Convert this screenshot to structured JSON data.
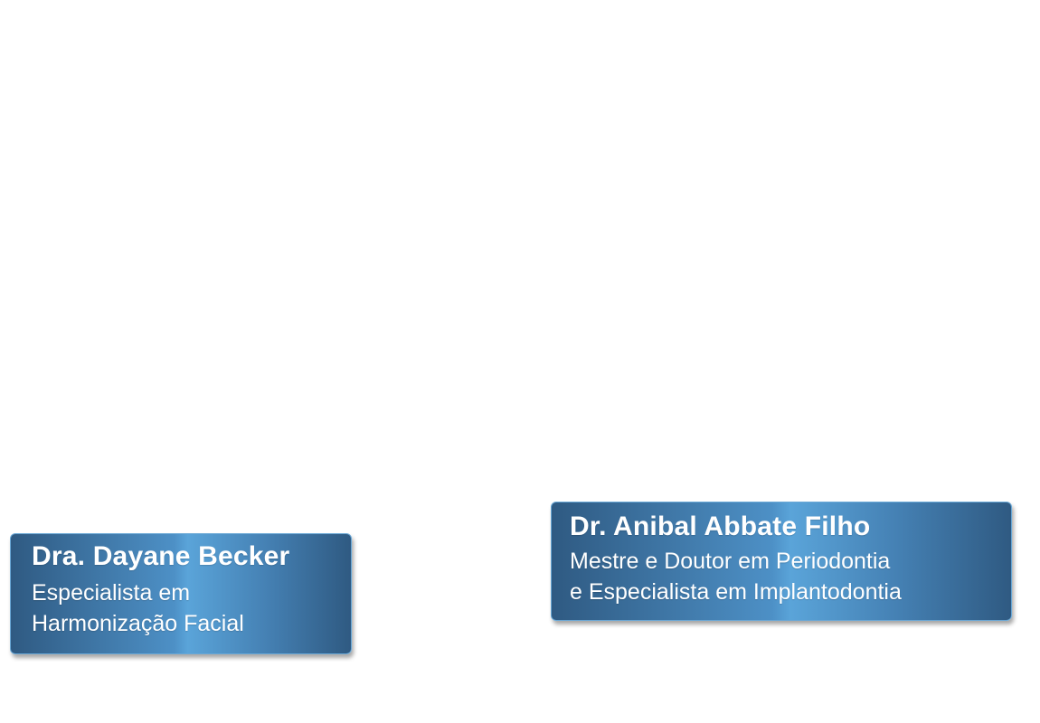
{
  "cards": [
    {
      "name": "Dra. Dayane Becker",
      "role_line1": "Especialista em",
      "role_line2": "Harmonização Facial"
    },
    {
      "name": "Dr. Anibal Abbate Filho",
      "role_line1": "Mestre e Doutor em Periodontia",
      "role_line2": "e Especialista em Implantodontia"
    }
  ],
  "colors": {
    "card_dark": "#2f5a82",
    "card_light": "#5aa4d9",
    "card_border": "#6aa8d6",
    "text": "#ffffff",
    "background": "#ffffff"
  }
}
